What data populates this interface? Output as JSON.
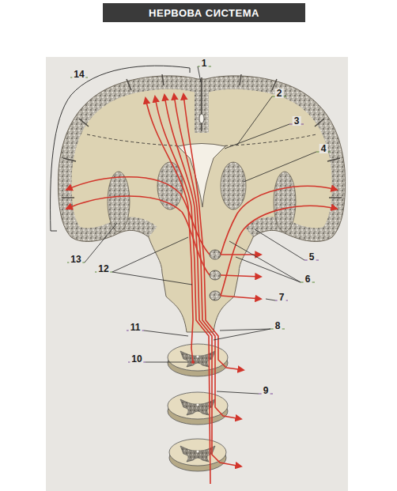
{
  "diagram": {
    "title": "НЕРВОВА СИСТЕМА",
    "labels": [
      "1",
      "2",
      "3",
      "4",
      "5",
      "6",
      "7",
      "8",
      "9",
      "10",
      "11",
      "12",
      "13",
      "14"
    ]
  }
}
